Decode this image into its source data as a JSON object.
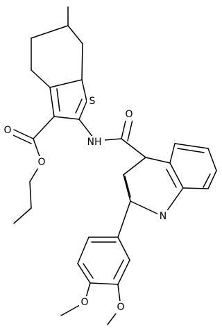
{
  "diagram": {
    "type": "chemical-structure",
    "atom_labels": {
      "S": "S",
      "NH": "NH",
      "N": "N",
      "O_carbonyl": "O",
      "O_ester_dbl": "O",
      "O_ester": "O",
      "O_methoxy_1": "O",
      "O_methoxy_2": "O"
    },
    "colors": {
      "line": "#000000",
      "background": "#ffffff"
    }
  }
}
